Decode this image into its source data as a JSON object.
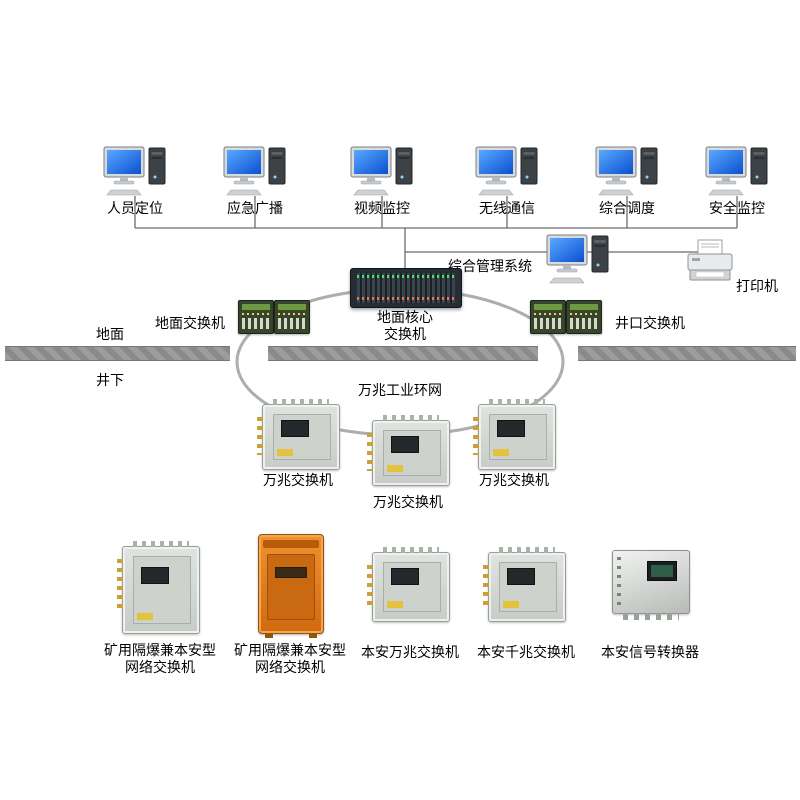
{
  "systems": [
    {
      "label": "人员定位"
    },
    {
      "label": "应急广播"
    },
    {
      "label": "视频监控"
    },
    {
      "label": "无线通信"
    },
    {
      "label": "综合调度"
    },
    {
      "label": "安全监控"
    }
  ],
  "management_system": {
    "label": "综合管理系统"
  },
  "printer": {
    "label": "打印机"
  },
  "core_switch": {
    "line1": "地面核心",
    "line2": "交换机"
  },
  "surface_switch": {
    "label": "地面交换机"
  },
  "wellhead_switch": {
    "label": "井口交换机"
  },
  "zones": {
    "surface": "地面",
    "underground": "井下"
  },
  "ring": {
    "label": "万兆工业环网"
  },
  "ring_switches": [
    {
      "label": "万兆交换机"
    },
    {
      "label": "万兆交换机"
    },
    {
      "label": "万兆交换机"
    }
  ],
  "devices": [
    {
      "line1": "矿用隔爆兼本安型",
      "line2": "网络交换机"
    },
    {
      "line1": "矿用隔爆兼本安型",
      "line2": "网络交换机"
    },
    {
      "label": "本安万兆交换机"
    },
    {
      "label": "本安千兆交换机"
    },
    {
      "label": "本安信号转换器"
    }
  ],
  "colors": {
    "screen_blue": "#1f6fe0",
    "ring_gray": "#adadad",
    "ground_gray": "#8f8f8f",
    "orange_device": "#e07818"
  }
}
